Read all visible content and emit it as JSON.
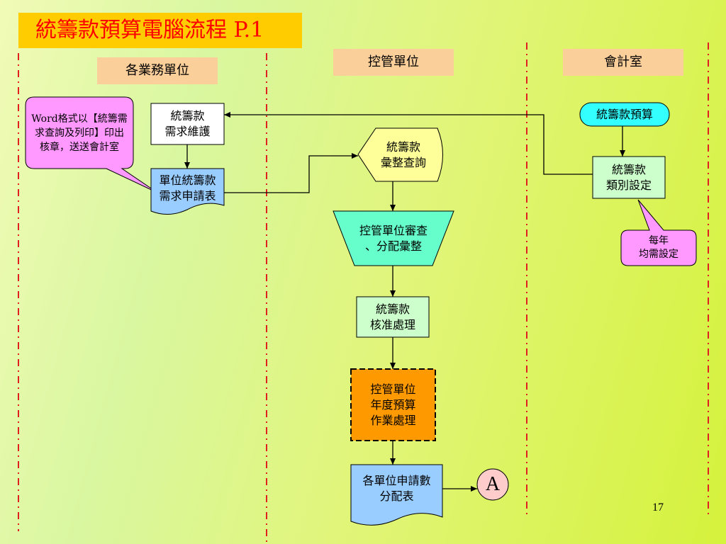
{
  "slide": {
    "title": "統籌款預算電腦流程 P.1",
    "page_number": "17"
  },
  "lanes": [
    {
      "label": "各業務單位"
    },
    {
      "label": "控管單位"
    },
    {
      "label": "會計室"
    }
  ],
  "nodes": {
    "maintain": "統籌款\n需求維護",
    "apply_form": "單位統籌款\n需求申請表",
    "query": "統籌款\n彙整查詢",
    "review": "控管單位審查\n、分配彙整",
    "approve": "統籌款\n核准處理",
    "annual": "控管單位\n年度預算\n作業處理",
    "alloc_table": "各單位申請數\n分配表",
    "connector": "A",
    "budget_start": "統籌款預算",
    "category": "統籌款\n類別設定"
  },
  "callouts": {
    "word_note": "Word格式以【統籌需求查詢及列印】印出核章，送送會計室",
    "yearly_note": "每年\n均需設定"
  },
  "colors": {
    "title_bg": "#ffcc00",
    "title_text": "#ff0000",
    "lane_header": "#fbcf9a",
    "divider": "#e02020",
    "document": "#99ccff",
    "callout": "#ff99ff",
    "terminal": "#33ffff",
    "display": "#ffff99",
    "manual_op": "#66ffcc",
    "predefined": "#ff9900",
    "process": "#ccffcc",
    "connector": "#ffcccc"
  }
}
